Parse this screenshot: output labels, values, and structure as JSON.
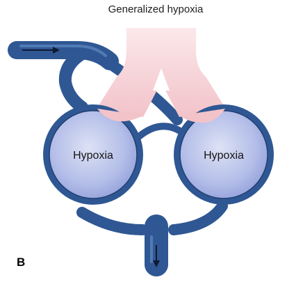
{
  "diagram": {
    "title": "Generalized hypoxia",
    "panel_letter": "B",
    "alveoli": [
      {
        "label": "Hypoxia"
      },
      {
        "label": "Hypoxia"
      }
    ],
    "colors": {
      "vessel": "#345d9a",
      "vessel_dark": "#1f3f73",
      "vessel_highlight": "#5c86c0",
      "alveolus_fill": "#a8b4e4",
      "alveolus_center": "#d6dcf3",
      "airway": "#f2c7cc",
      "airway_light": "#fbe8ea",
      "arrow": "#0f1a33"
    }
  }
}
